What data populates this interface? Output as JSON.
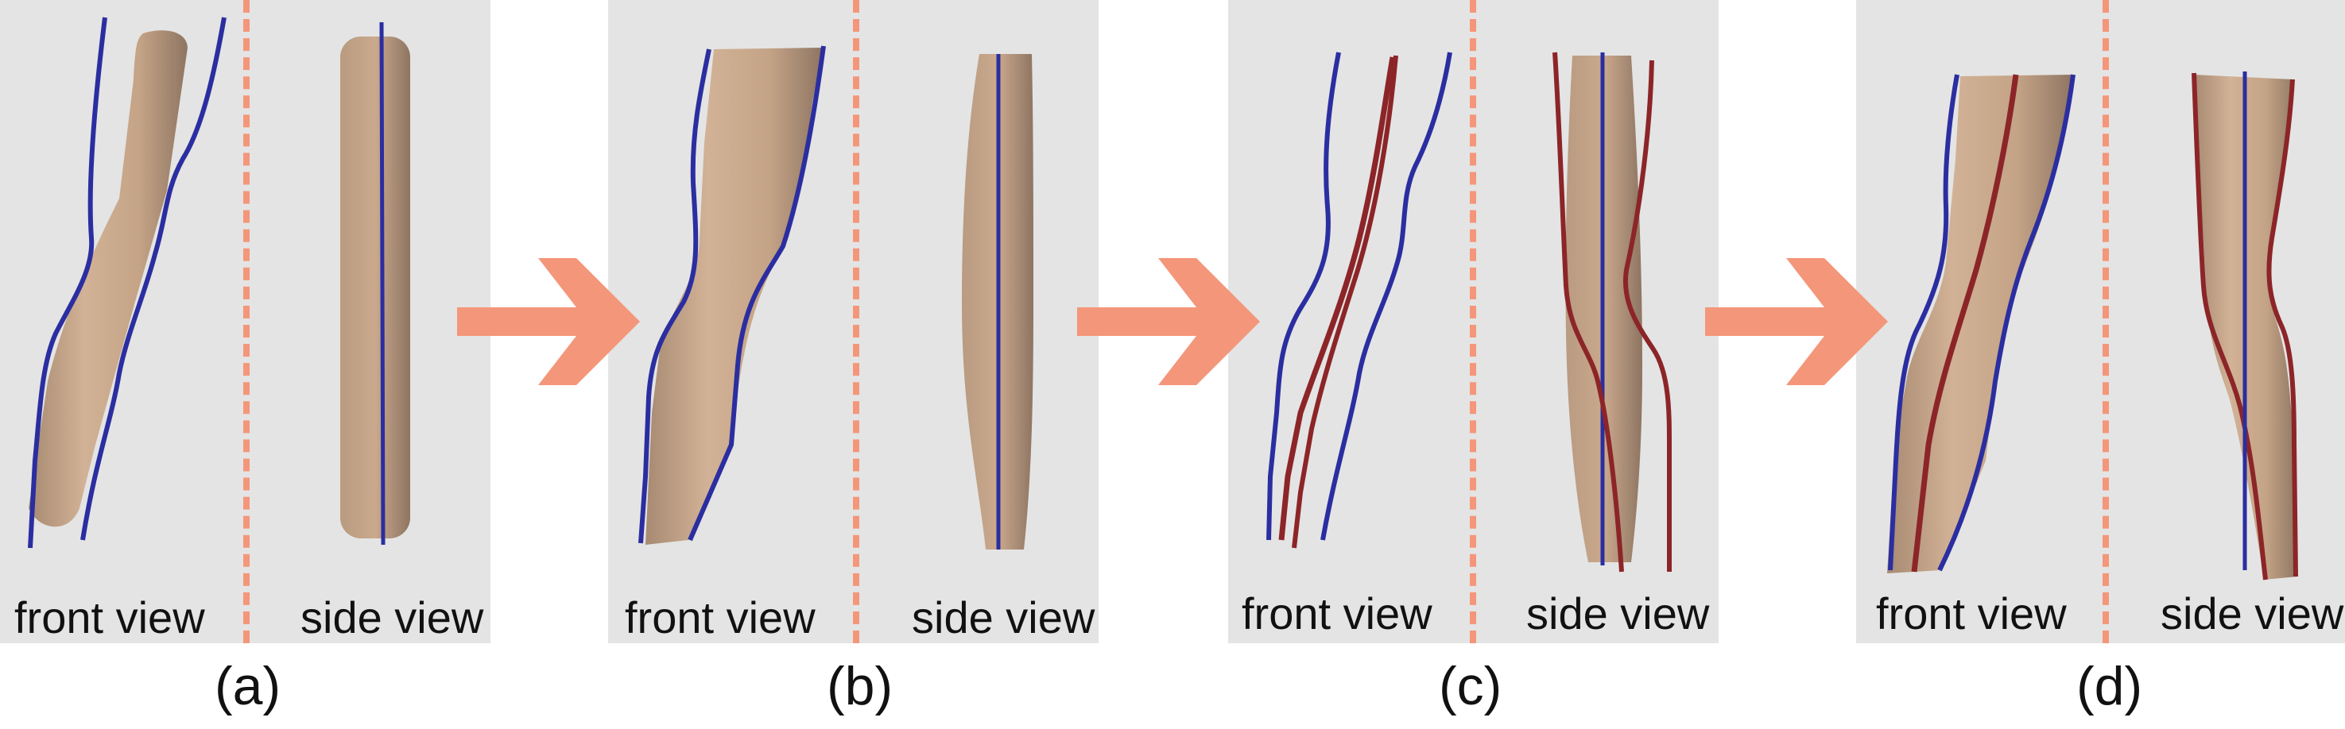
{
  "panels": [
    {
      "label": "(a)",
      "front_label": "front view",
      "side_label": "side view"
    },
    {
      "label": "(b)",
      "front_label": "front view",
      "side_label": "side view"
    },
    {
      "label": "(c)",
      "front_label": "front view",
      "side_label": "side view"
    },
    {
      "label": "(d)",
      "front_label": "front view",
      "side_label": "side view"
    }
  ],
  "colors": {
    "panel_background": "#e4e4e4",
    "divider": "#f4967a",
    "arrow": "#f4967a",
    "skin": "#c9a88a",
    "blue_curve": "#2b2ea0",
    "red_curve": "#8c2528"
  },
  "icons": [
    "right-arrow-icon"
  ]
}
